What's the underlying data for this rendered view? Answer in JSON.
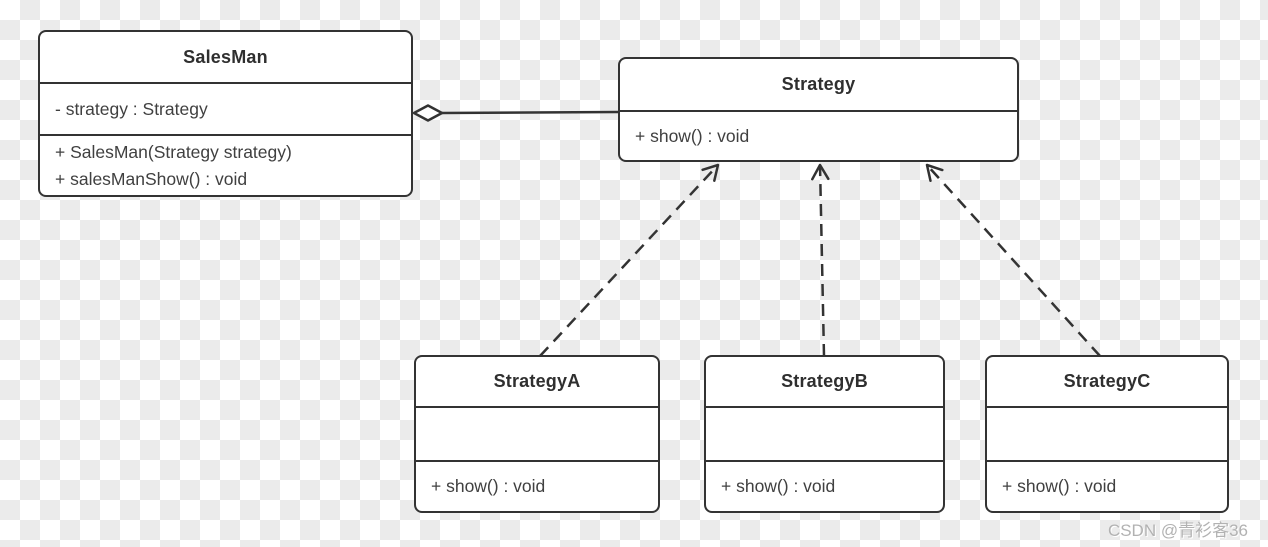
{
  "classes": [
    {
      "name": "SalesMan",
      "attributes": [
        "- strategy : Strategy"
      ],
      "methods": [
        "+ SalesMan(Strategy strategy)",
        "+ salesManShow() : void"
      ]
    },
    {
      "name": "Strategy",
      "attributes": [],
      "methods": [
        "+ show() : void"
      ]
    },
    {
      "name": "StrategyA",
      "attributes": [],
      "methods": [
        "+ show() : void"
      ]
    },
    {
      "name": "StrategyB",
      "attributes": [],
      "methods": [
        "+ show() : void"
      ]
    },
    {
      "name": "StrategyC",
      "attributes": [],
      "methods": [
        "+ show() : void"
      ]
    }
  ],
  "relationships": [
    {
      "type": "aggregation",
      "from": "SalesMan",
      "to": "Strategy"
    },
    {
      "type": "realization",
      "from": "StrategyA",
      "to": "Strategy"
    },
    {
      "type": "realization",
      "from": "StrategyB",
      "to": "Strategy"
    },
    {
      "type": "realization",
      "from": "StrategyC",
      "to": "Strategy"
    }
  ],
  "watermark": {
    "text": "CSDN @青衫客36"
  },
  "colors": {
    "line": "#333333",
    "box_fill": "#ffffff",
    "text": "#404040",
    "checker_gray": "#ebebeb",
    "watermark_gray": "#b2b2b2"
  }
}
